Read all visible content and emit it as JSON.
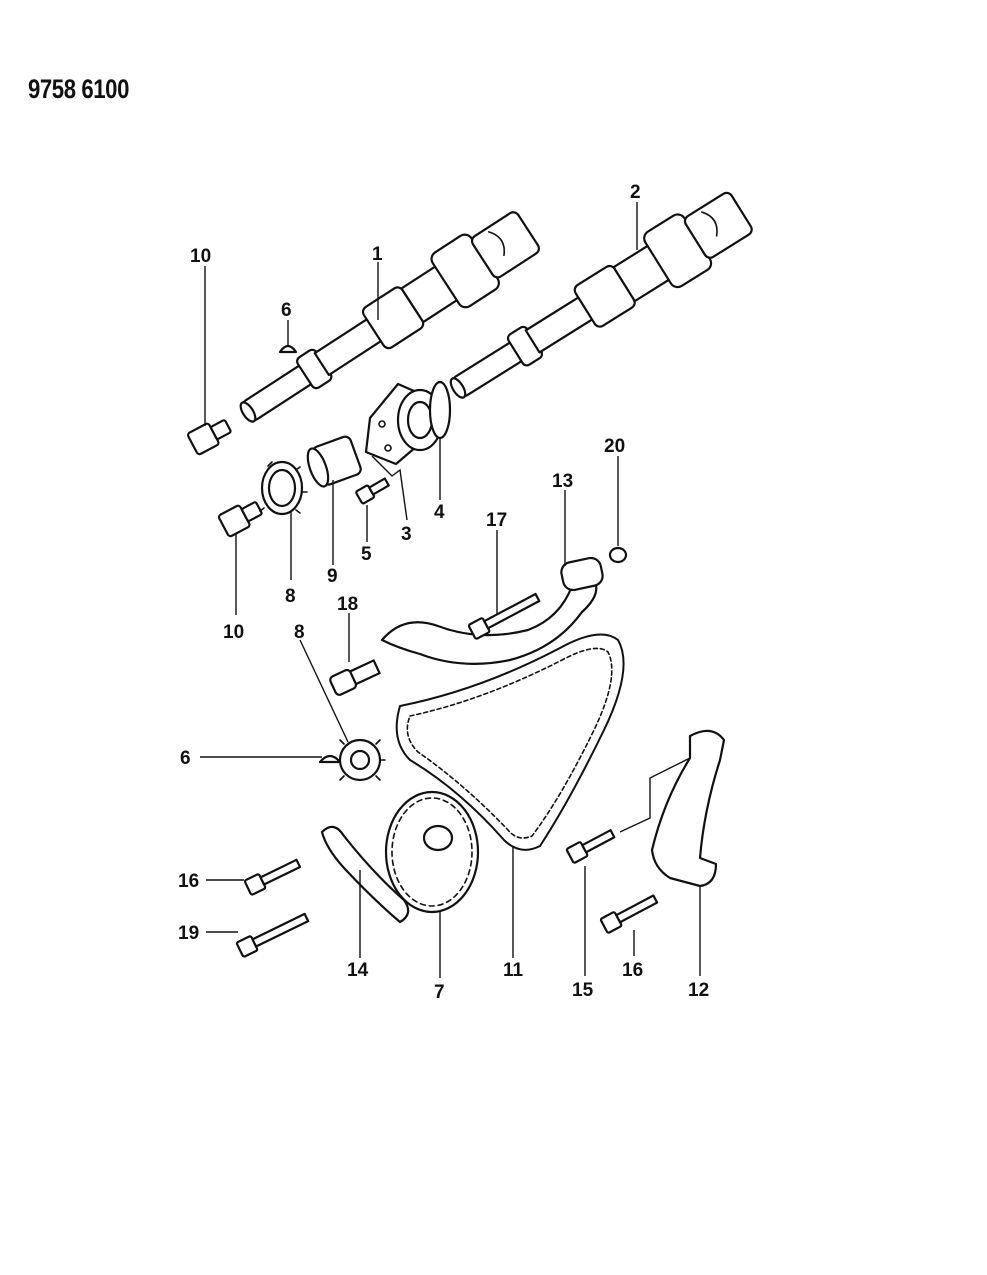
{
  "diagram_id": "9758 6100",
  "callouts": [
    {
      "id": "c1",
      "label": "1"
    },
    {
      "id": "c2",
      "label": "2"
    },
    {
      "id": "c3",
      "label": "3"
    },
    {
      "id": "c4",
      "label": "4"
    },
    {
      "id": "c5",
      "label": "5"
    },
    {
      "id": "c6a",
      "label": "6"
    },
    {
      "id": "c6b",
      "label": "6"
    },
    {
      "id": "c7",
      "label": "7"
    },
    {
      "id": "c8a",
      "label": "8"
    },
    {
      "id": "c8b",
      "label": "8"
    },
    {
      "id": "c9",
      "label": "9"
    },
    {
      "id": "c10a",
      "label": "10"
    },
    {
      "id": "c10b",
      "label": "10"
    },
    {
      "id": "c11",
      "label": "11"
    },
    {
      "id": "c12",
      "label": "12"
    },
    {
      "id": "c13",
      "label": "13"
    },
    {
      "id": "c14",
      "label": "14"
    },
    {
      "id": "c15",
      "label": "15"
    },
    {
      "id": "c16a",
      "label": "16"
    },
    {
      "id": "c16b",
      "label": "16"
    },
    {
      "id": "c17",
      "label": "17"
    },
    {
      "id": "c18",
      "label": "18"
    },
    {
      "id": "c19",
      "label": "19"
    },
    {
      "id": "c20",
      "label": "20"
    }
  ]
}
